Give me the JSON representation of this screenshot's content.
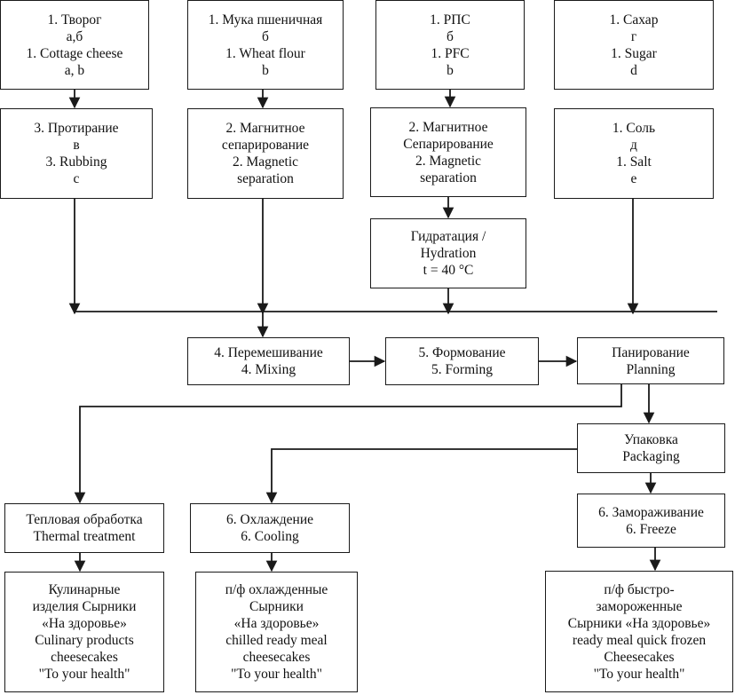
{
  "diagram": {
    "colors": {
      "line": "#1a1a1a",
      "box_fill": "#ffffff",
      "text": "#111111"
    },
    "nodes": {
      "tvorog": [
        "1. Творог",
        "а,б",
        "1. Cottage cheese",
        "a, b"
      ],
      "muka": [
        "1. Мука пшеничная",
        "б",
        "1. Wheat flour",
        "b"
      ],
      "rps": [
        "1. РПС",
        "б",
        "1. PFC",
        "b"
      ],
      "sakhar": [
        "1. Сахар",
        "г",
        "1. Sugar",
        "d"
      ],
      "protiranie": [
        "3. Протирание",
        "в",
        "3. Rubbing",
        "c"
      ],
      "magnet1": [
        "2. Магнитное",
        "сепарирование",
        "2. Magnetic",
        "separation"
      ],
      "magnet2": [
        "2. Магнитное",
        "Сепарирование",
        "2. Magnetic",
        "separation"
      ],
      "sol": [
        "1. Соль",
        "д",
        "1. Salt",
        "e"
      ],
      "hydration": [
        "Гидратация /",
        "Hydration",
        "t = 40 °C"
      ],
      "mixing": [
        "4. Перемешивание",
        "4. Mixing"
      ],
      "forming": [
        "5. Формование",
        "5. Forming"
      ],
      "panirovanie": [
        "Панирование",
        "Planning"
      ],
      "packaging": [
        "Упаковка",
        "Packaging"
      ],
      "thermal": [
        "Тепловая обработка",
        "Thermal treatment"
      ],
      "cooling": [
        "6. Охлаждение",
        "6. Cooling"
      ],
      "freeze": [
        "6. Замораживание",
        "6. Freeze"
      ],
      "culinary": [
        "Кулинарные",
        "изделия Сырники",
        "«На здоровье»",
        "Culinary products",
        "cheesecakes",
        "\"To your health\""
      ],
      "chilled": [
        "п/ф охлажденные",
        "Сырники",
        "«На здоровье»",
        "chilled ready meal",
        "cheesecakes",
        "\"To your health\""
      ],
      "frozen": [
        "п/ф быстро-",
        "замороженные",
        "Сырники «На здоровье»",
        "ready meal quick frozen",
        "Cheesecakes",
        "\"To your health\""
      ]
    }
  }
}
